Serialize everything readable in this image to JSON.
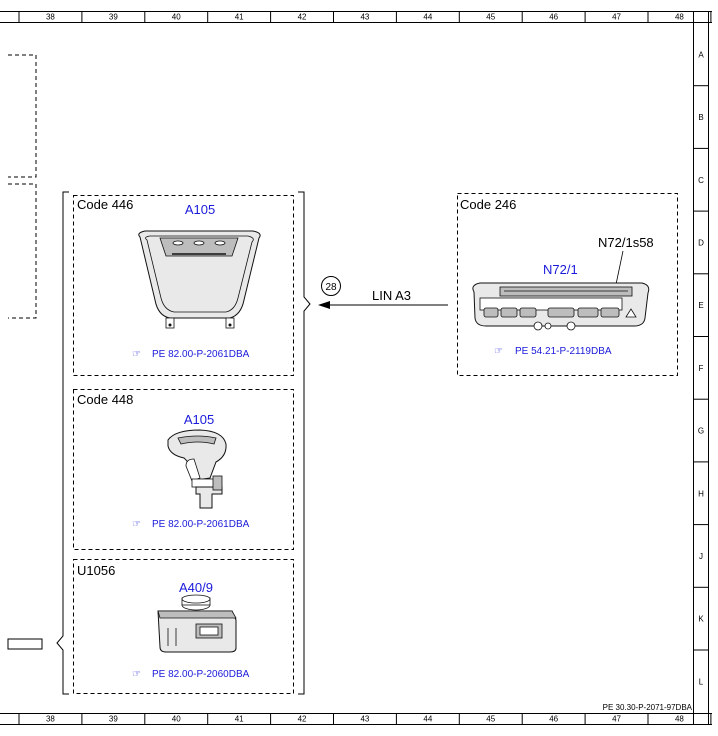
{
  "grid": {
    "columns": [
      "38",
      "39",
      "40",
      "41",
      "42",
      "43",
      "44",
      "45",
      "46",
      "47",
      "48"
    ],
    "rows": [
      "A",
      "B",
      "C",
      "D",
      "E",
      "F",
      "G",
      "H",
      "J",
      "K",
      "L"
    ]
  },
  "left_group": {
    "modules": [
      {
        "code": "Code 446",
        "component": "A105",
        "reference": "PE 82.00-P-2061DBA",
        "icon": "overhead-control-panel-icon"
      },
      {
        "code": "Code 448",
        "component": "A105",
        "reference": "PE 82.00-P-2061DBA",
        "icon": "selector-lever-icon"
      },
      {
        "code": "U1056",
        "component": "A40/9",
        "reference": "PE 82.00-P-2060DBA",
        "icon": "control-unit-icon"
      }
    ]
  },
  "connection": {
    "node": "28",
    "label": "LIN A3"
  },
  "right_module": {
    "code": "Code 246",
    "component": "N72/1",
    "switch": "N72/1s58",
    "reference": "PE 54.21-P-2119DBA",
    "icon": "control-panel-icon"
  },
  "reference_icon": "pointing-hand-icon",
  "document_number": "PE 30.30-P-2071-97DBA"
}
